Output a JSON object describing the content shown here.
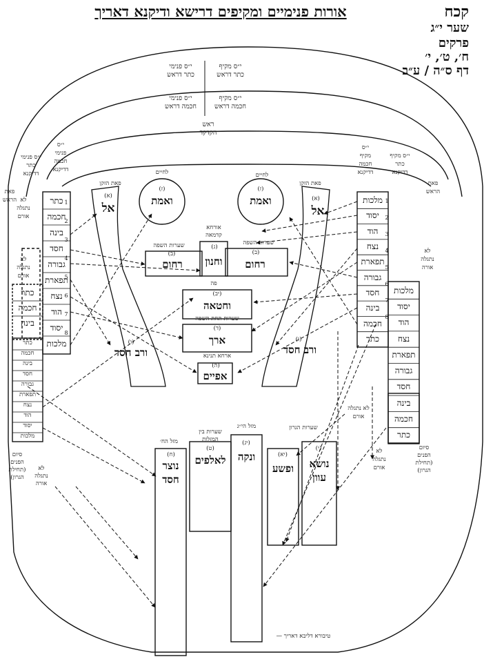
{
  "header": {
    "title": "אורות פנימיים ומקיפים דרישא ודיקנא דאריך",
    "ref_page": "קכח",
    "ref_gate": "שער י״ג",
    "ref_chapters_label": "פרקים",
    "ref_chapters": "ח׳, ט׳, י׳",
    "ref_folio": "דף ס״ה / ע״ב"
  },
  "arcs": {
    "keter_pnimi": "י״ס פנימי",
    "keter_pnimi_2": "כתר דראש",
    "keter_makif": "י״ס מקיף",
    "keter_makif_2": "כתר דראש",
    "chochma_pnimi": "י״ס פנימי",
    "chochma_pnimi_2": "חכמה דראש",
    "chochma_makif": "י״ס מקיף",
    "chochma_makif_2": "חכמה דראש",
    "rosh_head": "ראש",
    "rosh_head_2": "הקדקד"
  },
  "left_labels": {
    "pnimi_keter_dikna": [
      "י״ס פנימי",
      "כתר",
      "דדיקנא"
    ],
    "pnimi_chochma_dikna": [
      "י״ס",
      "פנימי",
      "חכמה",
      "דדיקנא"
    ],
    "peat_harosh": [
      "פאת",
      "הראש"
    ],
    "lo_nitgala_1": [
      "לא",
      "נתגלה",
      "אורם"
    ],
    "lo_nitgala_2": [
      "לא",
      "נתגלה",
      "אורם"
    ],
    "sium_panim": [
      "סיום",
      "הפנים",
      "(תחילת",
      "הגרון)"
    ],
    "lo_nitgala_ora": [
      "לא",
      "נתגלה",
      "אורה"
    ]
  },
  "right_labels": {
    "makif_chochma_dikna": [
      "י״ס",
      "מקיף",
      "חכמה",
      "דדיקנא"
    ],
    "makif_keter_dikna": [
      "י״ס מקיף",
      "כתר",
      "דדיקנא"
    ],
    "peat_harosh": [
      "פאת",
      "הראש"
    ],
    "lo_nitgala_ora": [
      "לא",
      "נתגלה",
      "אורה"
    ],
    "lo_nitgala_oram": [
      "לא נתגלה",
      "אורם"
    ],
    "lo_nitgala_3": [
      "לא",
      "נתגלה",
      "אורם"
    ],
    "sium_panim": [
      "סיום",
      "הפנים",
      "(תחילת",
      "הגרון)"
    ]
  },
  "left_col_outer": [
    "כתר",
    "חכמה",
    "בינה",
    "חסד",
    "גבורה",
    "תפארת",
    "נצח",
    "הוד",
    "יסוד",
    "מלכות"
  ],
  "left_col_inner": [
    "כתר",
    "חכמה",
    "בינה",
    "חסד",
    "גבורה",
    "תפארת",
    "נצח",
    "הוד",
    "יסוד",
    "מלכות"
  ],
  "left_col_upper": [
    "כתר",
    "חכמה",
    "בינה"
  ],
  "right_col_inner": [
    "מלכות",
    "יסוד",
    "הוד",
    "נצח",
    "תפארת",
    "גבורה",
    "חסד",
    "בינה",
    "חכמה",
    "כתר"
  ],
  "right_col_outer": [
    "מלכות",
    "יסוד",
    "הוד",
    "נצח",
    "תפארת",
    "גבורה",
    "חסד",
    "בינה",
    "חכמה",
    "כתר"
  ],
  "left_col_inner_nums": [
    "1",
    "2",
    "3",
    "4",
    "5",
    "6",
    "7",
    "8"
  ],
  "right_col_nums": [
    "1",
    "2",
    "3",
    "4",
    "5",
    "6",
    "7",
    "8"
  ],
  "face": {
    "peat_hazaken_l": "פאת הזקן",
    "peat_hazaken_r": "פאת הזקן",
    "el_l_num": "(א)",
    "el_l": "אל",
    "el_r_num": "(א)",
    "el_r": "אל",
    "lachayim_l": "לחיים",
    "lachayim_r": "לחיים",
    "emet_l_num": "(ז)",
    "emet_l": "ואמת",
    "emet_r_num": "(ז)",
    "emet_r": "ואמת",
    "orcha_kamaa": [
      "אורחא",
      "קדמאה"
    ],
    "saarot_hasafa_l": "שערות השפה",
    "saarot_hasafa_r": "שערות השפה",
    "rachum_l_num": "(ב)",
    "rachum_l": "רחום",
    "chanun_num": "(ג)",
    "chanun": "וחנון",
    "rachum_r_num": "(ב)",
    "rachum_r": "רחום",
    "peh": "פה",
    "chataa_num": "(יב)",
    "chataa": "וחטאה",
    "saarot_tachat": "שערות תחת השפה",
    "erech_num": "(ד)",
    "erech": "ארך",
    "orcha_tinyana": "ארחא תנינא",
    "apayim_num": "(ה)",
    "apayim": "אפיים",
    "rav_chesed_l_num": "(ו)",
    "rav_chesed_l": "ורב חסד",
    "rav_chesed_r_num": "(ו)",
    "rav_chesed_r": "ורב חסד"
  },
  "bottom": {
    "mazal_ches": "מזל הח׳",
    "saarot_bein": [
      "שערות בין",
      "המזלות"
    ],
    "mazal_yg": "מזל הי״ג",
    "saarot_hagaron": "שערות הגרון",
    "notzer_num": "(ח)",
    "notzer": [
      "נוצר",
      "חסד"
    ],
    "laalafim_num": "(ט)",
    "laalafim": "לאלפים",
    "venake_num": "(יג)",
    "venake": "ונקה",
    "vafesha_num": "(יא)",
    "vafesha": "ופשע",
    "nose_num": "(י)",
    "nose": [
      "נושא",
      "עוון"
    ],
    "tibura": "טיבורא דליבא דאריך —"
  }
}
